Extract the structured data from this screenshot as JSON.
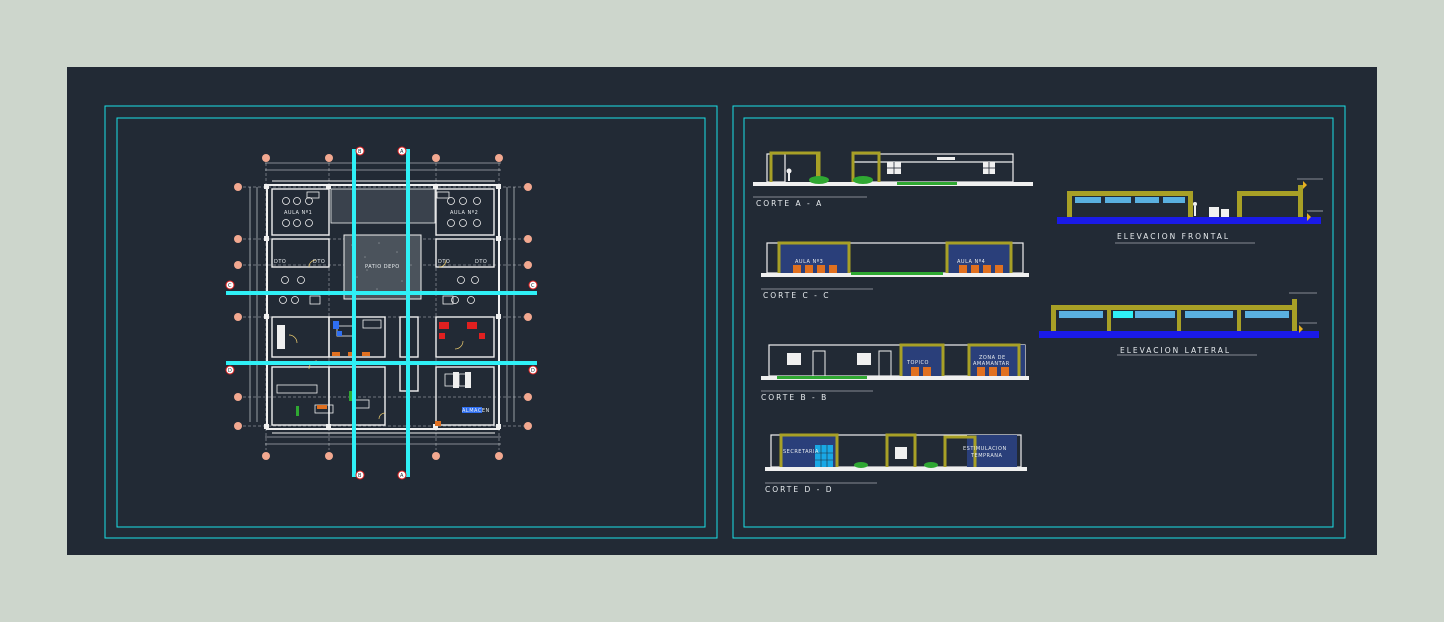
{
  "colors": {
    "background": "#cdd6cc",
    "model_space": "#222a35",
    "frame": "#19e0e6",
    "section_line": "#2ff0f6",
    "grid_bubble": "#f2a890",
    "wall_white": "#f0f0f0",
    "structure_olive": "#a8a026",
    "vegetation_green": "#2fa832",
    "ground_blue": "#1a1ae8",
    "accent_red": "#e02020"
  },
  "sheet1": {
    "plan_labels": {
      "aula_1": "AULA Nº1",
      "aula_2": "AULA Nº2",
      "patio": "PATIO DEPO",
      "almacen": "ALMACEN",
      "dto_1": "DTO",
      "dto_2": "DTO",
      "dto_3": "DTO",
      "dto_4": "DTO"
    },
    "section_marks": {
      "a": "A",
      "b": "B",
      "c": "C",
      "d": "D"
    }
  },
  "sheet2": {
    "sections": {
      "a": {
        "title": "CORTE A - A"
      },
      "c": {
        "title": "CORTE C - C",
        "room_1": "AULA Nº3",
        "room_2": "AULA Nº4"
      },
      "b": {
        "title": "CORTE B - B",
        "room_1": "TOPICO",
        "room_2": "ZONA DE",
        "room_3": "AMAMANTAR"
      },
      "d": {
        "title": "CORTE D - D",
        "room_1": "SECRETARIA",
        "room_2": "ESTIMULACION",
        "room_3": "TEMPRANA"
      }
    },
    "elevations": {
      "frontal": {
        "title": "ELEVACION FRONTAL"
      },
      "lateral": {
        "title": "ELEVACION LATERAL"
      }
    }
  }
}
